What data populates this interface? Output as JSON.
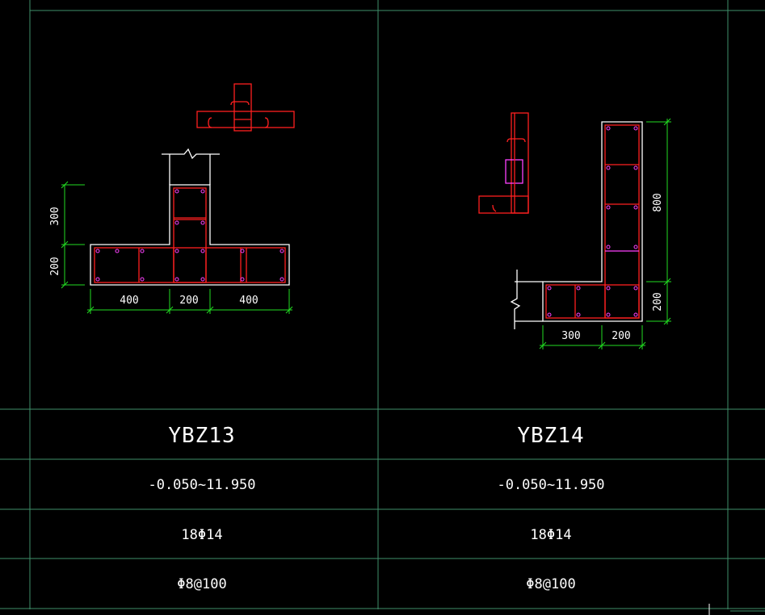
{
  "colors": {
    "background": "#000000",
    "grid": "#3f8f6a",
    "concrete_outline": "#ffffff",
    "rebar": "#ff2020",
    "tie_highlight": "#ff40ff",
    "dimension": "#22dd22",
    "text": "#ffffff"
  },
  "columns": [
    {
      "name": "YBZ13",
      "elevation": "-0.050~11.950",
      "longitudinal": "18Φ14",
      "stirrup": "Φ8@100",
      "dims": {
        "left": "400",
        "middle": "200",
        "right": "400",
        "v_top": "300",
        "v_bottom": "200"
      }
    },
    {
      "name": "YBZ14",
      "elevation": "-0.050~11.950",
      "longitudinal": "18Φ14",
      "stirrup": "Φ8@100",
      "dims": {
        "left": "300",
        "right": "200",
        "v_top": "800",
        "v_bottom": "200"
      }
    }
  ]
}
